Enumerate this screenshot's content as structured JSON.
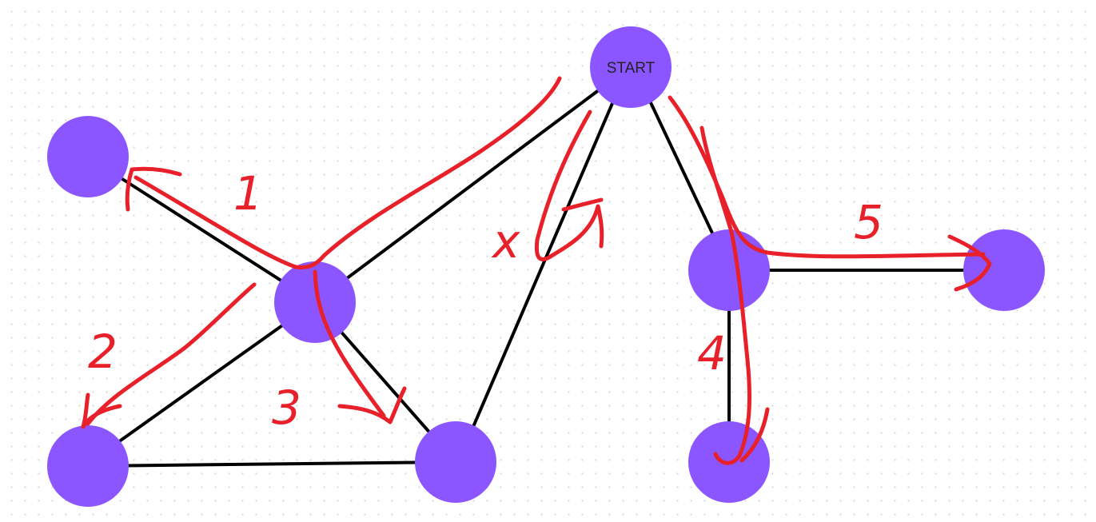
{
  "colors": {
    "node": "#8b55ff",
    "edge": "#000000",
    "annotation": "#e8202a",
    "grid_dot": "#d9d9d9"
  },
  "nodes": {
    "start": {
      "label": "START"
    }
  },
  "annotations": {
    "step_1": "1",
    "step_2": "2",
    "step_3": "3",
    "step_4": "4",
    "step_5": "5",
    "mark_x": "x"
  }
}
